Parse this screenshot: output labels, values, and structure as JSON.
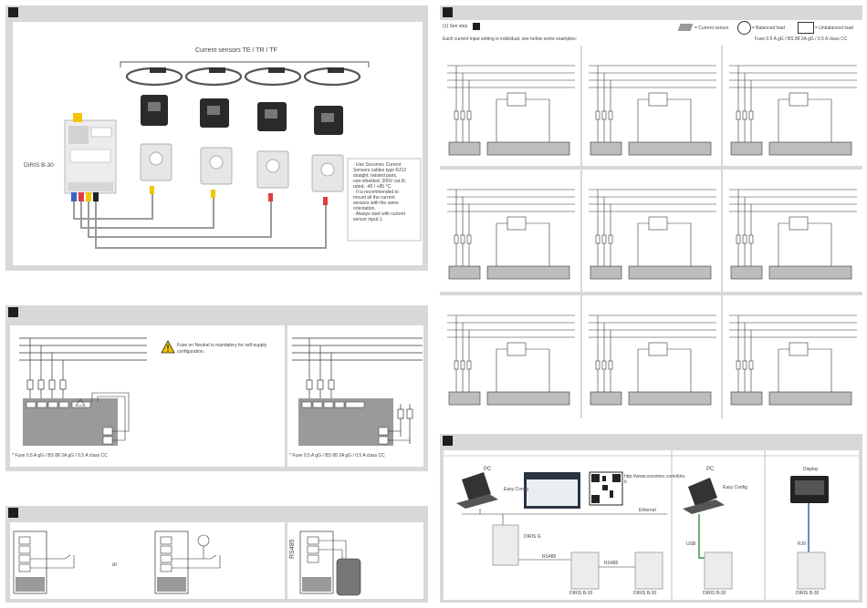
{
  "sensors_title": "Current sensors TE / TR / TF",
  "device_label": "DIRIS B-30",
  "note_lines": [
    "· Use Socomec Current",
    "Sensors cables type RJ12",
    "straight, twisted pairs,",
    "non-shielded, 300V cat.III,",
    "rated, -40 / +85 °C.",
    "· It is recommended to",
    "mount all the current",
    "sensors with the  same",
    "orientation.",
    "· Always start with current",
    "sensor input 1."
  ],
  "step_label": "(1) See step",
  "legend_current_sensor": "= Current sensor",
  "legend_balanced": "= Balanced load",
  "legend_unbalanced": "= Unbalanced load",
  "each_input_text": "Each current input setting is individual, see below some examples:",
  "fuse_right": "Fuse 0.5 A gG / BS 88 2A gG / 0.5 A class CC",
  "warning_text_1": "Fuse on Neutral is mandatory for self-supply",
  "warning_text_2": "configuration.",
  "fuse_footnote_1": "* Fuse 0.5 A gG / BS 88 2A gG / 0.5 A class CC",
  "fuse_footnote_2": "* Fuse 0.5 A gG / BS 88 2A gG / 0.5 A class CC",
  "or_text": "or",
  "rs485_label": "RS485",
  "pc_label": "PC",
  "easy_config": "Easy Config",
  "url_text": "http://www.socomec.com/diris-b",
  "ethernet_label": "Ethernet",
  "diris_g": "DIRIS G",
  "rs485_a": "RS485",
  "rs485_b": "RS485",
  "diris_b30_a": "DIRIS B-30",
  "diris_b30_b": "DIRIS B-30",
  "pc_label_2": "PC",
  "easy_config_2": "Easy Config",
  "usb_label": "USB",
  "diris_b30_c": "DIRIS B-30",
  "display_label": "Display",
  "rj_label": "RJ9",
  "diris_b30_d": "DIRIS B-30"
}
